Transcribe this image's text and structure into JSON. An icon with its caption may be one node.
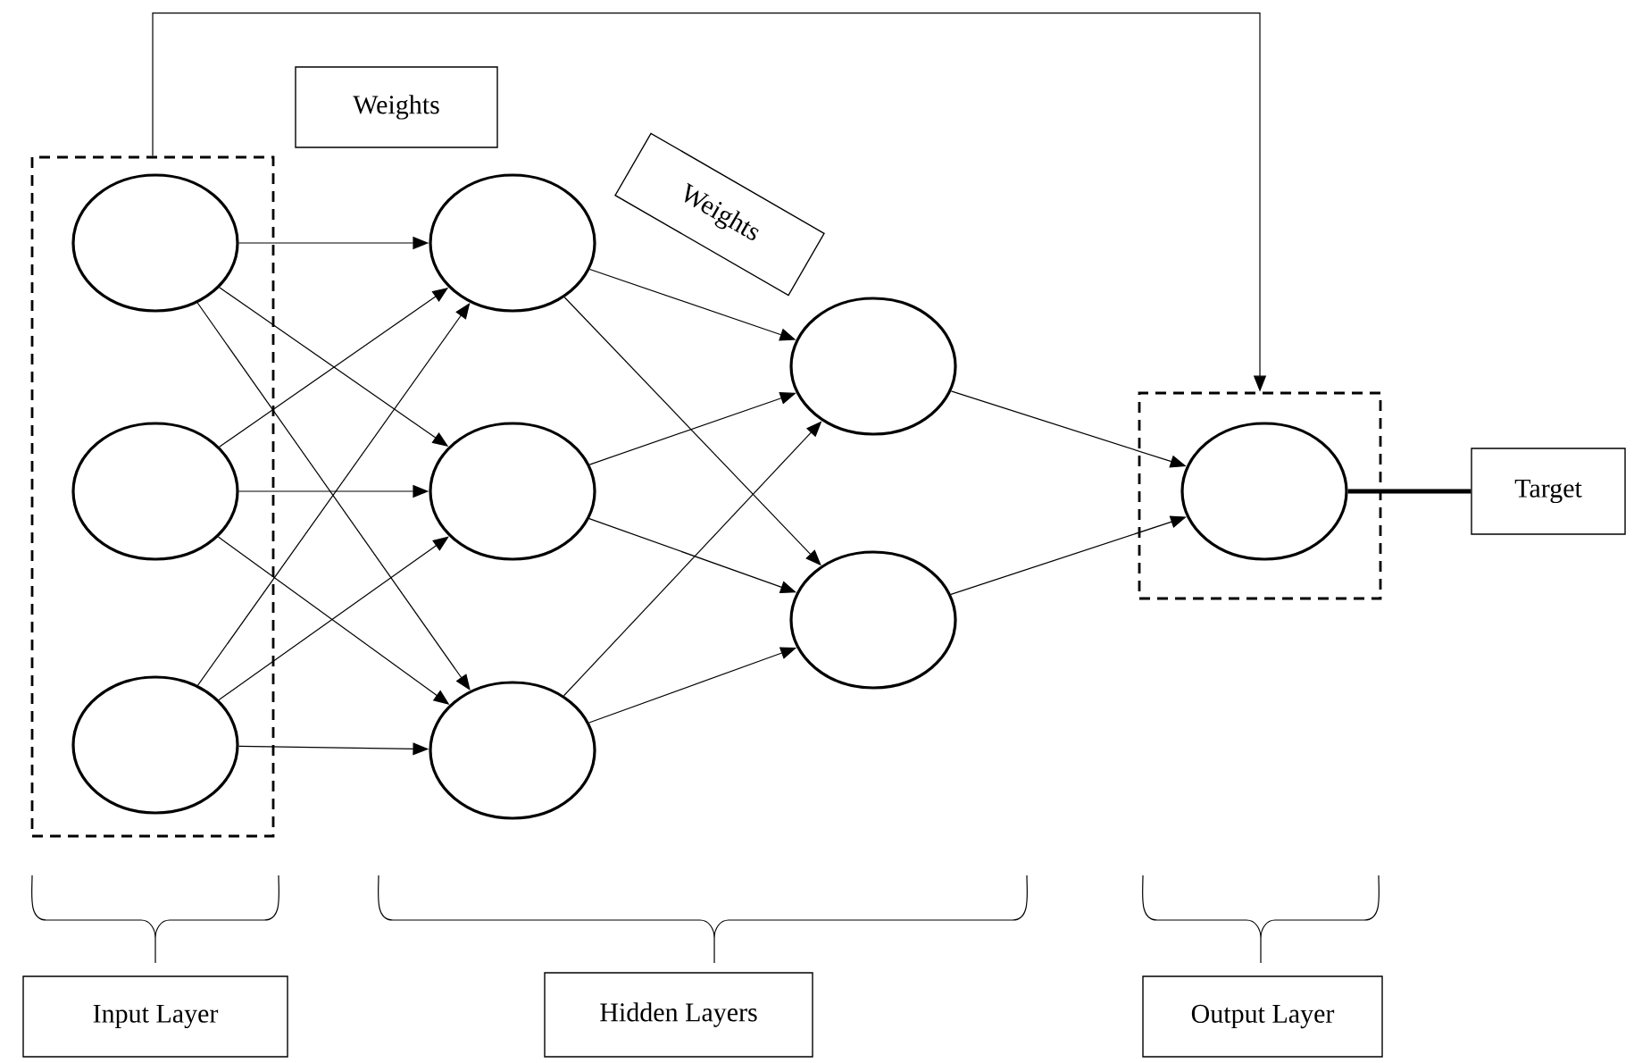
{
  "diagram": {
    "nodes": [
      {
        "text": [],
        "shape": "box"
      },
      {
        "text": [],
        "shape": "circle",
        "in": 0
      },
      {
        "text": [],
        "shape": "circle",
        "in": 0
      },
      {
        "text": [],
        "shape": "circle",
        "in": 0
      },
      {
        "text": [],
        "shape": "circle"
      },
      {
        "text": [],
        "shape": "circle"
      },
      {
        "text": [],
        "shape": "circle"
      },
      {
        "text": [],
        "shape": "circle"
      },
      {
        "text": [],
        "shape": "circle"
      },
      {
        "text": [],
        "shape": "box"
      },
      {
        "text": [],
        "shape": "circle",
        "in": 9
      },
      {
        "text": [
          "Target"
        ]
      },
      {
        "text": [
          "Weights"
        ]
      },
      {
        "text": [
          "Weights"
        ]
      },
      {
        "text": [
          "Input Layer"
        ]
      },
      {
        "text": [
          "Hidden Layers"
        ]
      },
      {
        "text": [
          "Output Layer"
        ]
      }
    ],
    "edges": [
      {
        "from": 1,
        "to": 4,
        "arrow": "to"
      },
      {
        "from": 1,
        "to": 5,
        "arrow": "to"
      },
      {
        "from": 1,
        "to": 6,
        "arrow": "to"
      },
      {
        "from": 2,
        "to": 4,
        "arrow": "to"
      },
      {
        "from": 2,
        "to": 5,
        "arrow": "to"
      },
      {
        "from": 2,
        "to": 6,
        "arrow": "to"
      },
      {
        "from": 3,
        "to": 4,
        "arrow": "to"
      },
      {
        "from": 3,
        "to": 5,
        "arrow": "to"
      },
      {
        "from": 3,
        "to": 6,
        "arrow": "to"
      },
      {
        "from": 4,
        "to": 7,
        "arrow": "to"
      },
      {
        "from": 4,
        "to": 8,
        "arrow": "to"
      },
      {
        "from": 5,
        "to": 7,
        "arrow": "to"
      },
      {
        "from": 5,
        "to": 8,
        "arrow": "to"
      },
      {
        "from": 6,
        "to": 7,
        "arrow": "to"
      },
      {
        "from": 6,
        "to": 8,
        "arrow": "to"
      },
      {
        "from": 7,
        "to": 10,
        "arrow": "to"
      },
      {
        "from": 8,
        "to": 10,
        "arrow": "to"
      },
      {
        "from": 10,
        "to": 11,
        "arrow": "none",
        "style": "thick"
      },
      {
        "from": 0,
        "to": 9,
        "arrow": "to"
      }
    ]
  }
}
